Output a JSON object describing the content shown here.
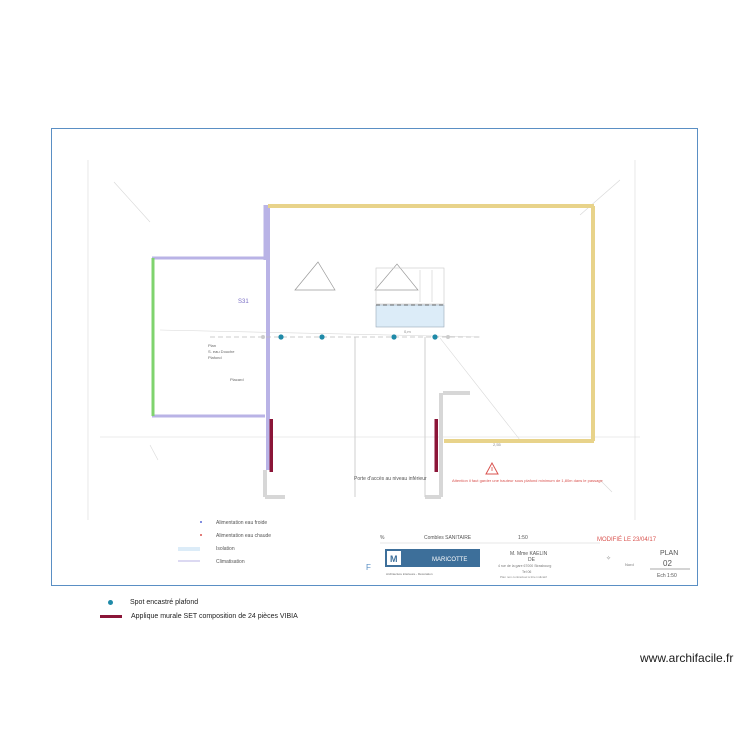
{
  "plan": {
    "legend_small": [
      "Alimentation eau froide",
      "Alimentation eau chaude",
      "Isolation",
      "Climatisation"
    ],
    "title_block": {
      "row_marker": "%",
      "subject": "Combles SANITAIRE",
      "scale": "1:50",
      "modified": "MODIFIÉ LE 23/04/17",
      "client_line1": "M. Mme KAELIN",
      "client_line2": "DE",
      "client_address": "4 rue de la gare 67000 Strasbourg",
      "client_extra": "Tel 06",
      "client_notes": "Plan non contractuel à titre indicatif",
      "logo_text": "MARICOTTE",
      "logo_sub": "Architecture intérieure - Décoration",
      "plan_label": "PLAN",
      "plan_number": "02",
      "plan_scale": "Ech 1:50",
      "compass_note": "Nord"
    },
    "room_labels": {
      "ceiling_label": "S31",
      "shower_dim": "0,m",
      "wall_dim": "2,55",
      "note_left": [
        "Plan",
        "S. eau Douche",
        "Plafond"
      ],
      "note_left2": "Placard",
      "porte_text": "Porte d'accès au niveau inférieur",
      "warning_text": "Attention il faut garder une hauteur sous plafond minimum de 1,80m dans le passage",
      "f_marker": "F"
    }
  },
  "legend": {
    "spot_label": "Spot encastré plafond",
    "spot_color": "#1f8aa8",
    "wall_label": "Applique murale SET composition de 24 pièces VIBIA",
    "wall_color": "#8b1538"
  },
  "watermark": "www.archifacile.fr"
}
